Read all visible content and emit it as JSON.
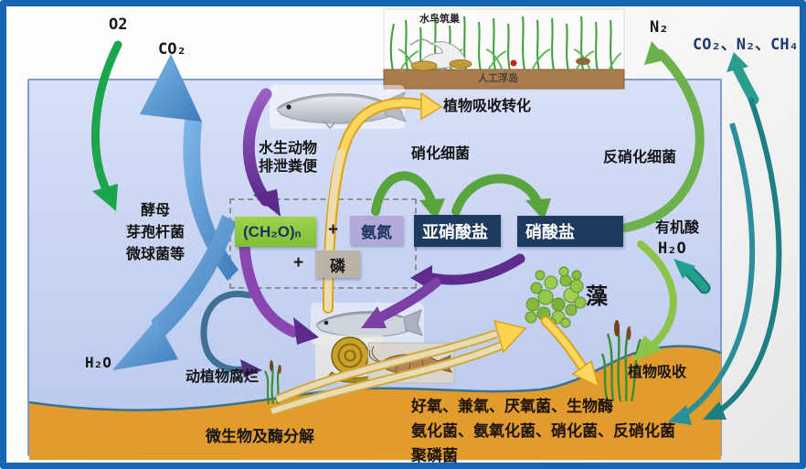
{
  "gases": {
    "o2": "O2",
    "co2": "CO₂",
    "n2": "N₂",
    "mixed": "CO₂、N₂、CH₄"
  },
  "island": {
    "caption_top": "水鸟筑巢",
    "caption_bottom": "人工浮岛"
  },
  "labels": {
    "plant_uptake_transform": "植物吸收转化",
    "excretion_line1": "水生动物",
    "excretion_line2": "排泄粪便",
    "nitrifying_bacteria": "硝化细菌",
    "denitrifying_bacteria": "反硝化细菌",
    "left_microbes_line1": "酵母",
    "left_microbes_line2": "芽孢杆菌",
    "left_microbes_line3": "微球菌等",
    "organic_acid": "有机酸",
    "water_right": "H₂O",
    "algae": "藻",
    "water_left": "H₂O",
    "decay": "动植物腐烂",
    "plant_uptake": "植物吸收",
    "sediment_decomposition": "微生物及酶分解",
    "sediment_bacteria_line1": "好氧、兼氧、厌氧菌、生物酶",
    "sediment_bacteria_line2": "氨化菌、氨氧化菌、硝化菌、反硝化菌",
    "sediment_bacteria_line3": "聚磷菌"
  },
  "nutrient_boxes": {
    "organic_matter": "(CH₂O)ₙ",
    "plus_1": "+",
    "ammonia_nitrogen": "氨氮",
    "plus_2": "+",
    "phosphorus": "磷",
    "nitrite": "亚硝酸盐",
    "nitrate": "硝酸盐"
  },
  "colors": {
    "frame_border": "#1766b3",
    "water_fill": "#c9d4f2",
    "water_border": "#7d9ad1",
    "sediment_fill": "#e29c2e",
    "sediment_edge": "#39718f",
    "arrow_big_blue": "#5b9bd5",
    "arrow_green_dark": "#1ca54d",
    "arrow_green_nitrify": "#58a43d",
    "arrow_green_light": "#8cc44a",
    "arrow_purple": "#7b3fa6",
    "arrow_yellow": "#ffd75e",
    "arrow_yellow_outline": "#d9a21f",
    "arrow_teal": "#21a08d",
    "box_organic_matter": "#8dc63f",
    "box_ammonia": "#b2a9da",
    "box_nitrite_nitrate": "#1e3a5f",
    "box_phosphorus": "#b9b3a8",
    "mixed_gases_text": "#1f3a6e"
  }
}
